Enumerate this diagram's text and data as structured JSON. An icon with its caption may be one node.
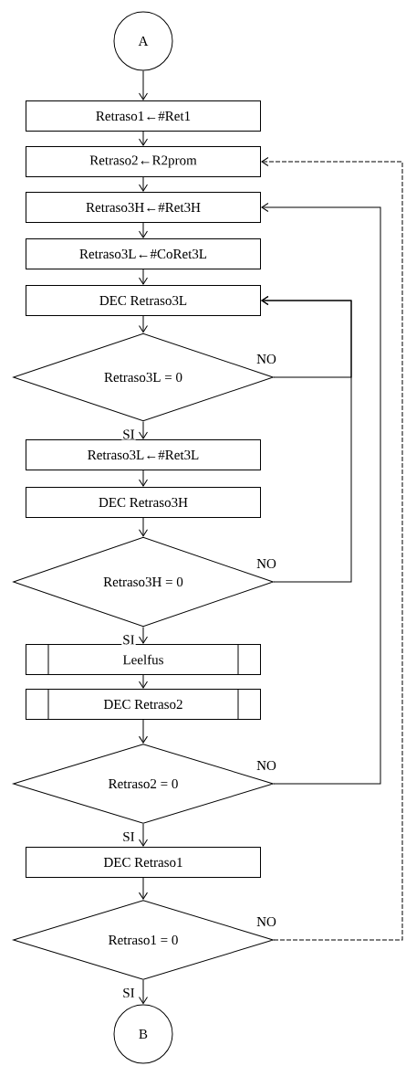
{
  "diagram": {
    "nodes": [
      {
        "text": [
          "A"
        ]
      },
      {
        "text": [
          "Retraso1←#Ret1"
        ]
      },
      {
        "text": [
          "Retraso2←R2prom"
        ]
      },
      {
        "text": [
          "Retraso3H←#Ret3H"
        ]
      },
      {
        "text": [
          "Retraso3L←#CoRet3L"
        ]
      },
      {
        "text": [
          "DEC Retraso3L"
        ]
      },
      {
        "text": [
          "Retraso3L = 0"
        ]
      },
      {
        "text": [
          "Retraso3L←#Ret3L"
        ]
      },
      {
        "text": [
          "DEC Retraso3H"
        ]
      },
      {
        "text": [
          "Retraso3H = 0"
        ]
      },
      {
        "text": [
          "Leelfus"
        ]
      },
      {
        "text": [
          "DEC Retraso2"
        ]
      },
      {
        "text": [
          "Retraso2 = 0"
        ]
      },
      {
        "text": [
          "DEC Retraso1"
        ]
      },
      {
        "text": [
          "Retraso1 = 0"
        ]
      },
      {
        "text": [
          "B"
        ]
      }
    ],
    "edges": [
      {
        "from": 0,
        "to": 1,
        "arrow": "to"
      },
      {
        "from": 1,
        "to": 2,
        "arrow": "to"
      },
      {
        "from": 2,
        "to": 3,
        "arrow": "to"
      },
      {
        "from": 3,
        "to": 4,
        "arrow": "to"
      },
      {
        "from": 4,
        "to": 5,
        "arrow": "to"
      },
      {
        "from": 5,
        "to": 6,
        "arrow": "to"
      },
      {
        "from": 6,
        "to": 7,
        "arrow": "to",
        "label": "SI"
      },
      {
        "from": 6,
        "to": 5,
        "arrow": "to",
        "label": "NO"
      },
      {
        "from": 7,
        "to": 8,
        "arrow": "to"
      },
      {
        "from": 8,
        "to": 9,
        "arrow": "to"
      },
      {
        "from": 9,
        "to": 10,
        "arrow": "to",
        "label": "SI"
      },
      {
        "from": 9,
        "to": 5,
        "arrow": "to",
        "label": "NO"
      },
      {
        "from": 10,
        "to": 11,
        "arrow": "to"
      },
      {
        "from": 11,
        "to": 12,
        "arrow": "to"
      },
      {
        "from": 12,
        "to": 13,
        "arrow": "to",
        "label": "SI"
      },
      {
        "from": 12,
        "to": 3,
        "arrow": "to",
        "label": "NO"
      },
      {
        "from": 13,
        "to": 14,
        "arrow": "to"
      },
      {
        "from": 14,
        "to": 15,
        "arrow": "to",
        "label": "SI"
      },
      {
        "from": 14,
        "to": 2,
        "arrow": "to",
        "label": "NO",
        "style": "dashed"
      }
    ]
  }
}
